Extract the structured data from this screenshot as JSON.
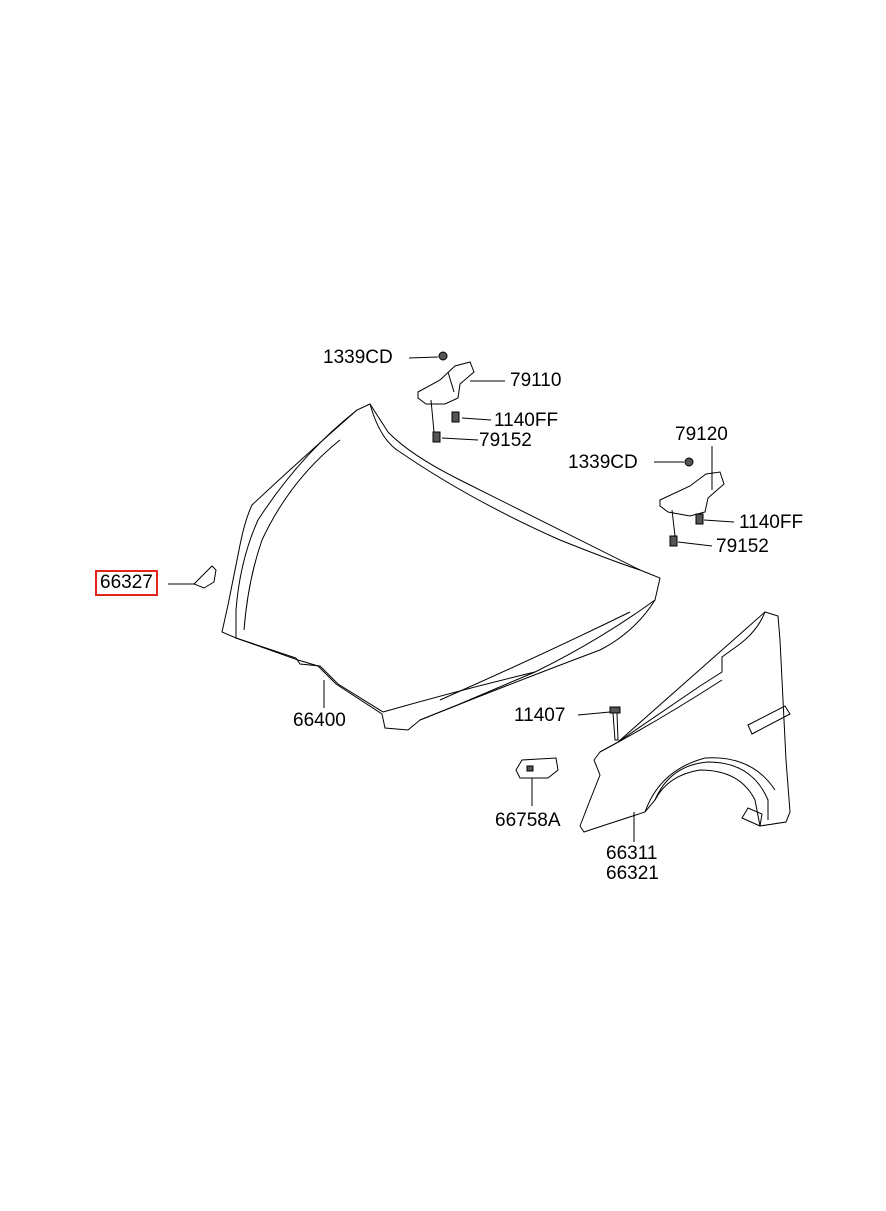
{
  "labels": {
    "nut_1339cd_a": "1339CD",
    "hinge_79110": "79110",
    "bolt_1140ff_a": "1140FF",
    "bolt_79152_a": "79152",
    "hinge_79120": "79120",
    "nut_1339cd_b": "1339CD",
    "bolt_1140ff_b": "1140FF",
    "bolt_79152_b": "79152",
    "stay_66327": "66327",
    "hood_66400": "66400",
    "bolt_11407": "11407",
    "bracket_66758a": "66758A",
    "fender_66311": "66311",
    "fender_66321": "66321"
  },
  "highlight": {
    "part": "66327",
    "color": "#e0261d"
  }
}
